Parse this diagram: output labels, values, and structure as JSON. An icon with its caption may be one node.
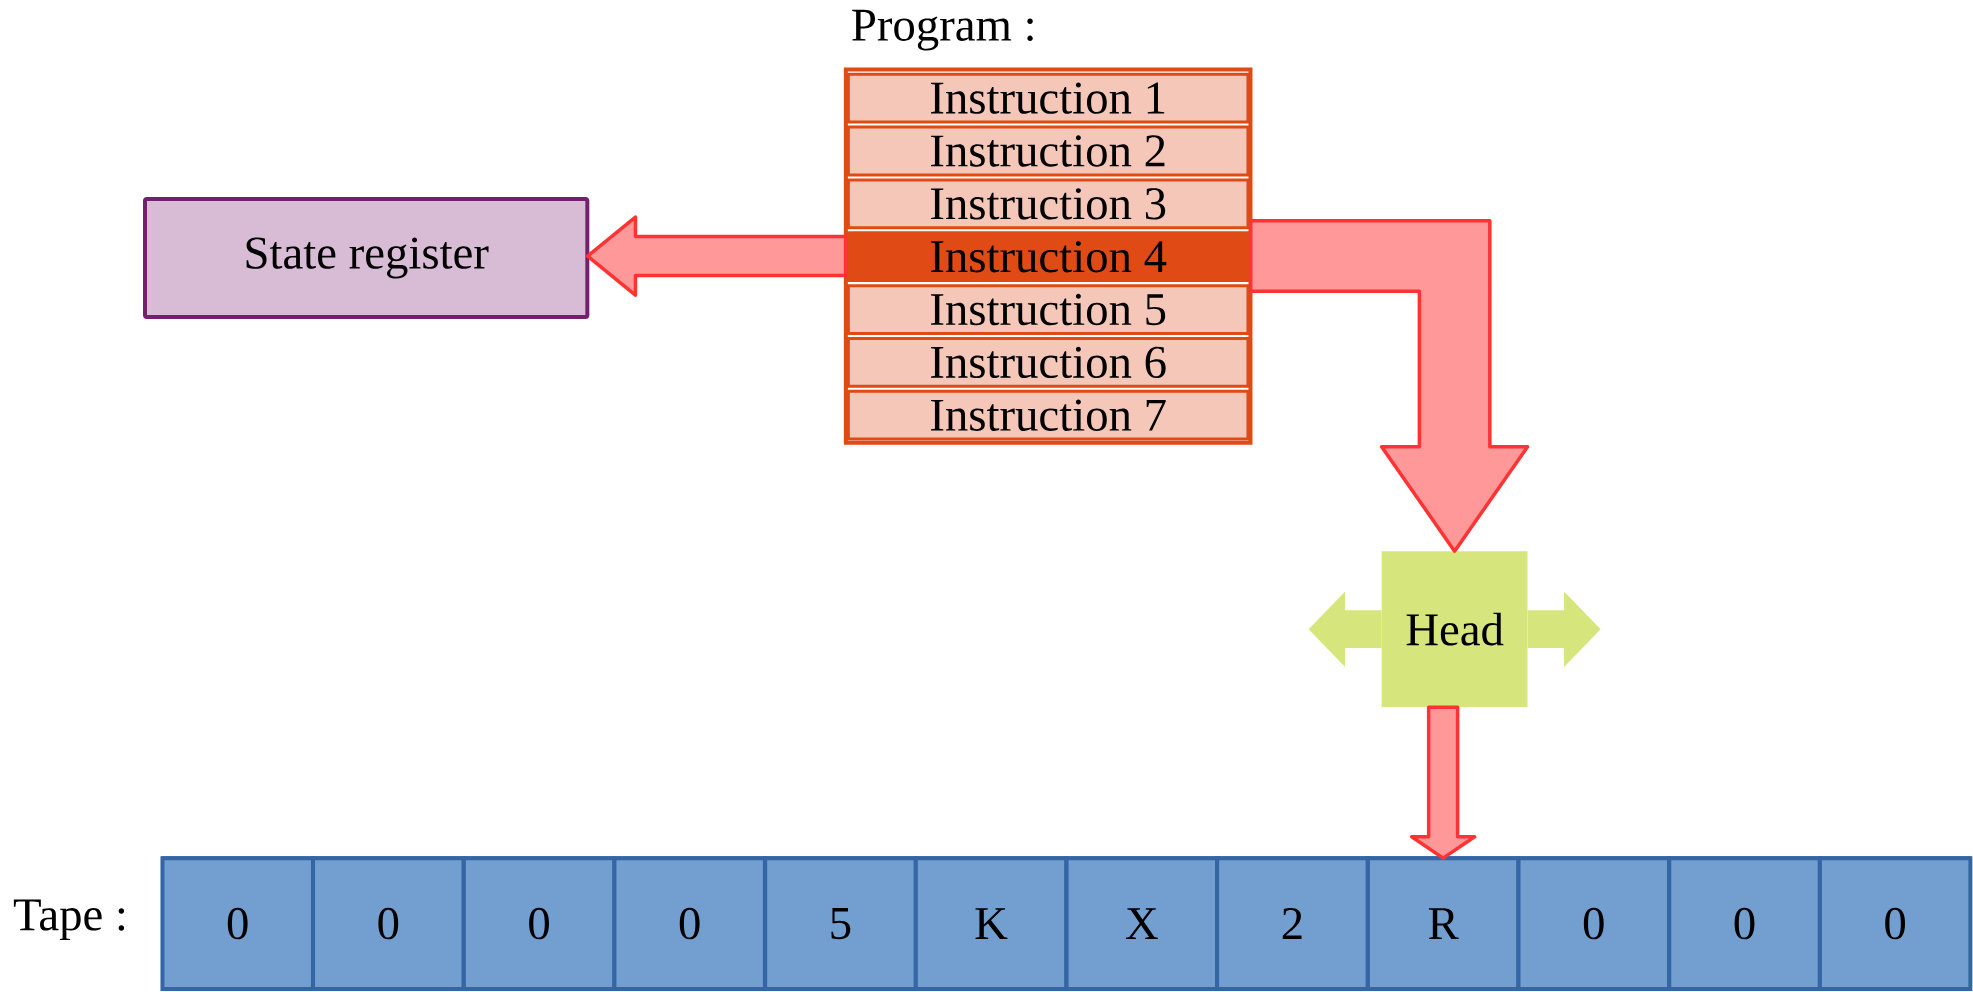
{
  "diagram": {
    "nodes": [
      {
        "text": [
          "Program :"
        ]
      },
      {
        "text": [
          "Instruction 1"
        ],
        "in": 0
      },
      {
        "text": [
          "Instruction 2"
        ],
        "in": 0
      },
      {
        "text": [
          "Instruction 3"
        ],
        "in": 0
      },
      {
        "text": [
          "Instruction 4"
        ],
        "in": 0
      },
      {
        "text": [
          "Instruction 5"
        ],
        "in": 0
      },
      {
        "text": [
          "Instruction 6"
        ],
        "in": 0
      },
      {
        "text": [
          "Instruction 7"
        ],
        "in": 0
      },
      {
        "text": [
          "State register"
        ]
      },
      {
        "text": [
          "Head"
        ]
      },
      {
        "text": [
          "Tape :"
        ]
      },
      {
        "text": [
          "0"
        ],
        "in": 10
      },
      {
        "text": [
          "0"
        ],
        "in": 10
      },
      {
        "text": [
          "0"
        ],
        "in": 10
      },
      {
        "text": [
          "0"
        ],
        "in": 10
      },
      {
        "text": [
          "5"
        ],
        "in": 10
      },
      {
        "text": [
          "K"
        ],
        "in": 10
      },
      {
        "text": [
          "X"
        ],
        "in": 10
      },
      {
        "text": [
          "2"
        ],
        "in": 10
      },
      {
        "text": [
          "R"
        ],
        "in": 10
      },
      {
        "text": [
          "0"
        ],
        "in": 10
      },
      {
        "text": [
          "0"
        ],
        "in": 10
      },
      {
        "text": [
          "0"
        ],
        "in": 10
      }
    ],
    "edges": [
      {
        "from": 0,
        "to": 8,
        "arrow": "to"
      },
      {
        "from": 0,
        "to": 9,
        "arrow": "to"
      },
      {
        "from": 9,
        "to": 19,
        "arrow": "to"
      }
    ]
  }
}
